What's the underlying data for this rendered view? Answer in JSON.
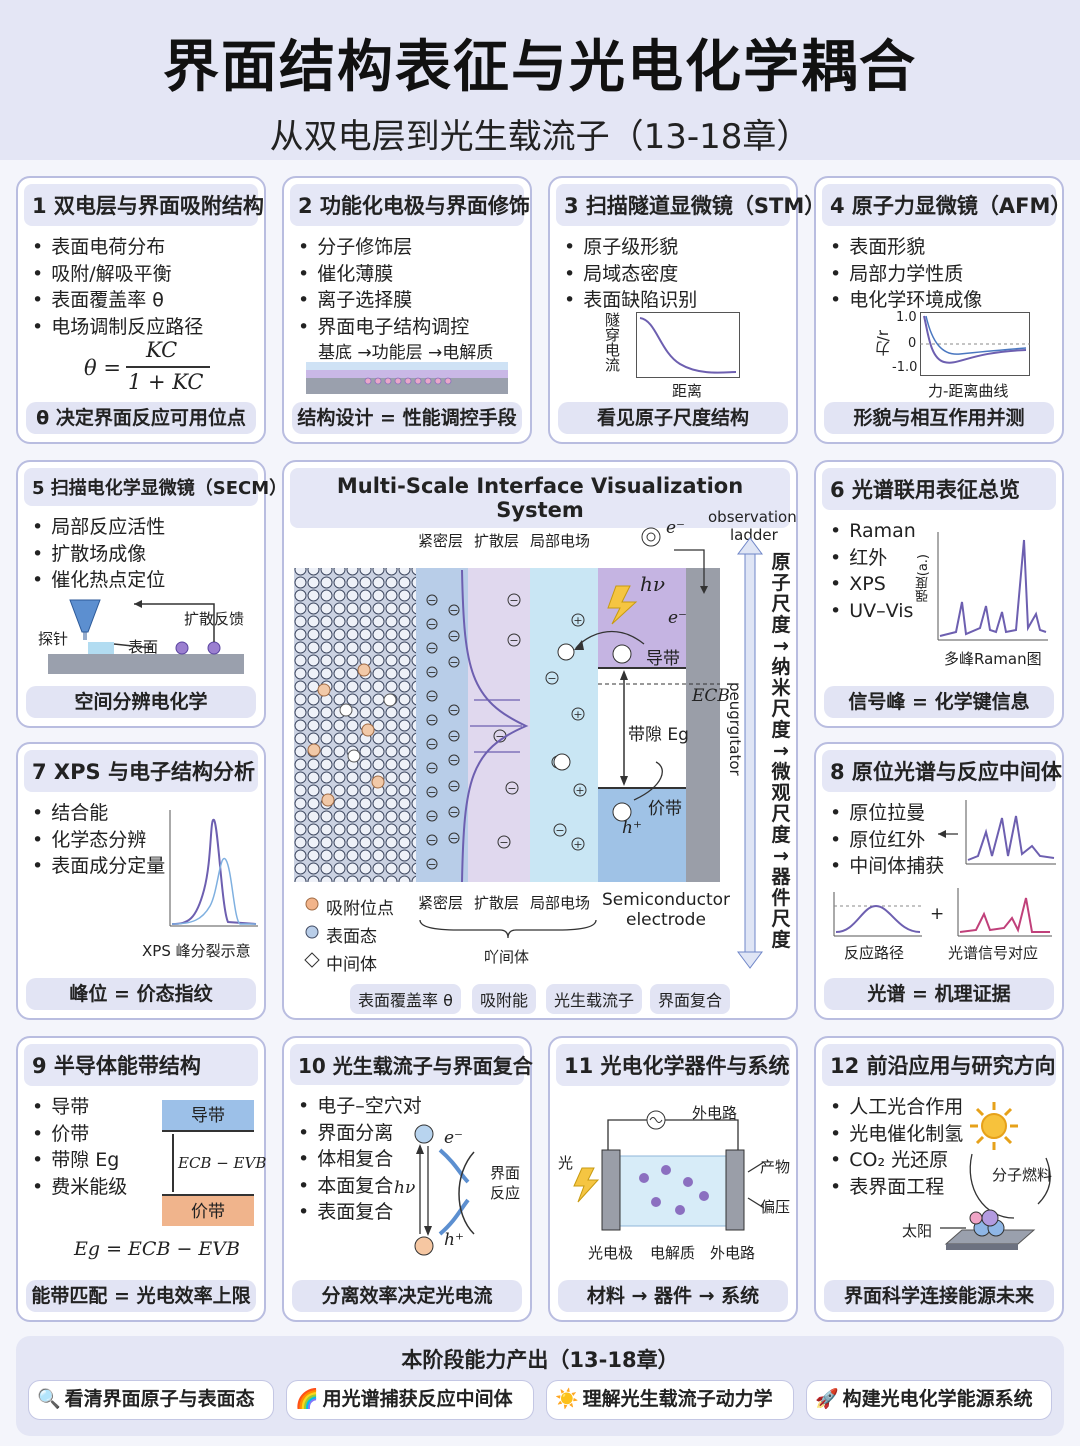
{
  "header": {
    "title": "界面结构表征与光电化学耦合",
    "subtitle": "从双电层到光生载流子（13-18章）"
  },
  "cards": {
    "c1": {
      "title": "1 双电层与界面吸附结构",
      "items": [
        "表面电荷分布",
        "吸附/解吸平衡",
        "表面覆盖率 θ",
        "电场调制反应路径"
      ],
      "formula_lhs": "θ =",
      "formula_num": "KC",
      "formula_den": "1 + KC",
      "footer": "θ 决定界面反应可用位点"
    },
    "c2": {
      "title": "2 功能化电极与界面修饰",
      "items": [
        "分子修饰层",
        "催化薄膜",
        "离子选择膜",
        "界面电子结构调控"
      ],
      "diagram_label": "基底 →功能层 →电解质",
      "footer": "结构设计 = 性能调控手段"
    },
    "c3": {
      "title": "3 扫描隧道显微镜（STM）",
      "items": [
        "原子级形貌",
        "局域态密度",
        "表面缺陷识别"
      ],
      "ylabel": "隧穿电流",
      "xlabel": "距离",
      "footer": "看见原子尺度结构"
    },
    "c4": {
      "title": "4 原子力显微镜（AFM）",
      "items": [
        "表面形貌",
        "局部力学性质",
        "电化学环境成像"
      ],
      "ylabel": "力/r",
      "ticks": [
        "1.0",
        "0",
        "-1.0"
      ],
      "caption": "力-距离曲线",
      "footer": "形貌与相互作用并测"
    },
    "c5": {
      "title": "5 扫描电化学显微镜（SECM）",
      "items": [
        "局部反应活性",
        "扩散场成像",
        "催化热点定位"
      ],
      "probe_label": "探针",
      "surface_label": "表面",
      "feedback_label": "扩散反馈",
      "footer": "空间分辨电化学"
    },
    "c6": {
      "title": "6 光谱联用表征总览",
      "items": [
        "Raman",
        "红外",
        "XPS",
        "UV–Vis"
      ],
      "ylabel": "强度(a.)",
      "caption": "多峰Raman图",
      "footer": "信号峰 = 化学键信息"
    },
    "c7": {
      "title": "7 XPS 与电子结构分析",
      "items": [
        "结合能",
        "化学态分辨",
        "表面成分定量"
      ],
      "caption": "XPS 峰分裂示意",
      "footer": "峰位 = 价态指纹"
    },
    "c8": {
      "title": "8 原位光谱与反应中间体",
      "items": [
        "原位拉曼",
        "原位红外",
        "中间体捕获"
      ],
      "label_path": "反应路径",
      "label_signal": "光谱信号对应",
      "plus": "+",
      "footer": "光谱 = 机理证据"
    },
    "c9": {
      "title": "9 半导体能带结构",
      "items": [
        "导带",
        "价带",
        "带隙 Eg",
        "费米能级"
      ],
      "cb_label": "导带",
      "vb_label": "价带",
      "gap_label": "ECB − EVB",
      "formula": "Eg = ECB − EVB",
      "footer": "能带匹配 = 光电效率上限"
    },
    "c10": {
      "title": "10 光生载流子与界面复合",
      "items": [
        "电子–空穴对",
        "界面分离",
        "体相复合",
        "本面复合",
        "表面复合"
      ],
      "electron": "e⁻",
      "hole": "h⁺",
      "hv": "hν",
      "interface_reaction_1": "界面",
      "interface_reaction_2": "反应",
      "footer": "分离效率决定光电流"
    },
    "c11": {
      "title": "11 光电化学器件与系统",
      "circuit_label": "外电路",
      "light_label": "光",
      "product_label": "产物",
      "bias_label": "偏压",
      "bottom_labels": [
        "光电极",
        "电解质",
        "外电路"
      ],
      "footer": "材料 → 器件 → 系统"
    },
    "c12": {
      "title": "12 前沿应用与研究方向",
      "items": [
        "人工光合作用",
        "光电催化制氢",
        "CO₂ 光还原",
        "表界面工程"
      ],
      "fuel_label": "分子燃料",
      "sun_label": "太阳",
      "footer": "界面科学连接能源未来"
    }
  },
  "center": {
    "title": "Multi-Scale Interface Visualization System",
    "top_labels": [
      "紧密层",
      "扩散层",
      "局部电场"
    ],
    "electron": "e⁻",
    "observation": "observation",
    "ladder_word": "ladder",
    "hv": "hν",
    "conduction": "导带",
    "ecb": "ECB",
    "bandgap": "带隙 Eg",
    "valence": "价带",
    "hole": "h⁺",
    "side_text": "peugrgıtator",
    "ladder_steps": "原子尺度→纳米尺度→微观尺度→器件尺度",
    "legend": [
      "吸附位点",
      "表面态",
      "中间体"
    ],
    "bottom_layers": [
      "紧密层",
      "扩散层",
      "局部电场"
    ],
    "semiconductor": "Semiconductor",
    "electrode": "electrode",
    "brace_label": "吖间体",
    "chips": [
      "表面覆盖率 θ",
      "吸附能",
      "光生载流子",
      "界面复合"
    ]
  },
  "bottom": {
    "title": "本阶段能力产出（13-18章）",
    "items": [
      {
        "icon": "🔍",
        "label": "看清界面原子与表面态"
      },
      {
        "icon": "🌈",
        "label": "用光谱捕获反应中间体"
      },
      {
        "icon": "☀️",
        "label": "理解光生载流子动力学"
      },
      {
        "icon": "🚀",
        "label": "构建光电化学能源系统"
      }
    ]
  },
  "colors": {
    "accent_purple": "#6d5fb0",
    "panel_blue": "#e5e7f6",
    "band_blue": "#9cc0e8",
    "band_orange": "#f0b48c"
  }
}
